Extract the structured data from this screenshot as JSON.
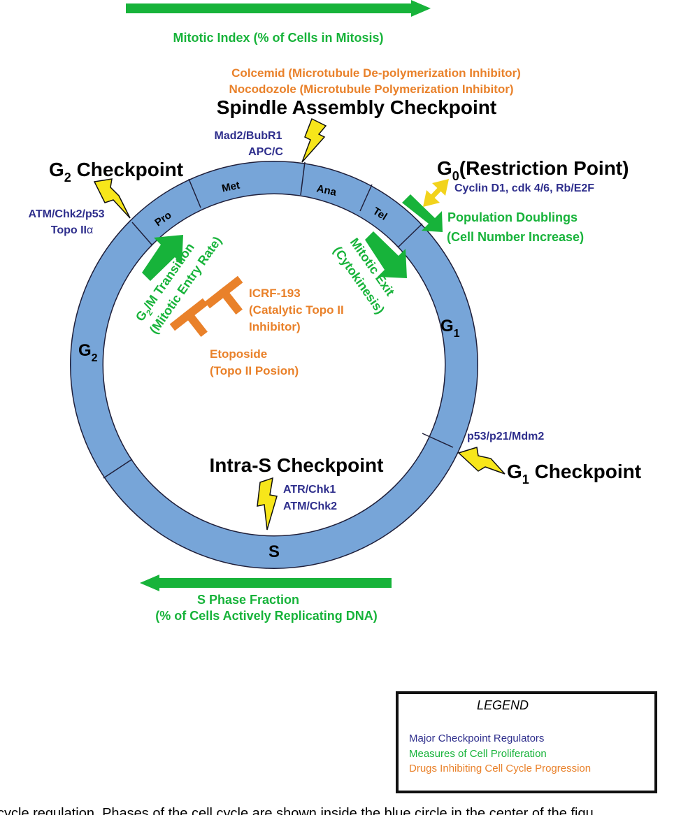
{
  "colors": {
    "ring": "#77a5d8",
    "ring_stroke": "#1f1f3a",
    "measure_green": "#17b33a",
    "drug_orange": "#e9812a",
    "regulator_blue": "#2e2e8c",
    "lightning_yellow": "#f7e61a",
    "restriction_arrow": "#f2d31c"
  },
  "top_measure": "Mitotic Index (% of Cells in Mitosis)",
  "sac": {
    "drug1": "Colcemid (Microtubule De-polymerization Inhibitor)",
    "drug2": "Nocodozole (Microtubule Polymerization Inhibitor)",
    "title": "Spindle Assembly Checkpoint",
    "reg1": "Mad2/BubR1",
    "reg2": "APC/C"
  },
  "g2_checkpoint": {
    "title_main": "G",
    "title_sub": "2",
    "title_rest": " Checkpoint",
    "reg1": "ATM/Chk2/p53",
    "reg2": "Topo II",
    "reg2_sym": "α"
  },
  "g0": {
    "title_main": "G",
    "title_sub": "0",
    "title_rest": "(Restriction Point)",
    "regulators": "Cyclin D1,  cdk 4/6,  Rb/E2F"
  },
  "population": {
    "line1": "Population Doublings",
    "line2": "(Cell Number Increase)"
  },
  "phases": {
    "pro": "Pro",
    "met": "Met",
    "ana": "Ana",
    "tel": "Tel",
    "g1_main": "G",
    "g1_sub": "1",
    "g2_main": "G",
    "g2_sub": "2",
    "s": "S"
  },
  "g2m": {
    "line1_a": "G",
    "line1_sub": "2",
    "line1_b": "/M Transition",
    "line2": "(Mitotic Entry Rate)"
  },
  "mitotic_exit": {
    "line1": "Mitotic Exit",
    "line2": "(Cytokinesis)"
  },
  "icrf": {
    "line1": "ICRF-193",
    "line2": "(Catalytic Topo II",
    "line3": "Inhibitor)"
  },
  "etoposide": {
    "line1": "Etoposide",
    "line2": "(Topo II Posion)"
  },
  "g1_checkpoint": {
    "reg": "p53/p21/Mdm2",
    "title_main": "G",
    "title_sub": "1",
    "title_rest": " Checkpoint"
  },
  "intra_s": {
    "title": "Intra-S Checkpoint",
    "reg1": "ATR/Chk1",
    "reg2": "ATM/Chk2"
  },
  "s_phase_measure": {
    "line1": "S Phase Fraction",
    "line2": "(% of Cells Actively Replicating DNA)"
  },
  "legend": {
    "title": "LEGEND",
    "item_blue": "Major Checkpoint Regulators",
    "item_green": "Measures of Cell Proliferation",
    "item_orange": "Drugs Inhibiting Cell Cycle Progression"
  },
  "caption_fragment": "cycle regulation. Phases of the cell cycle are shown inside the blue circle in the center of the figu"
}
